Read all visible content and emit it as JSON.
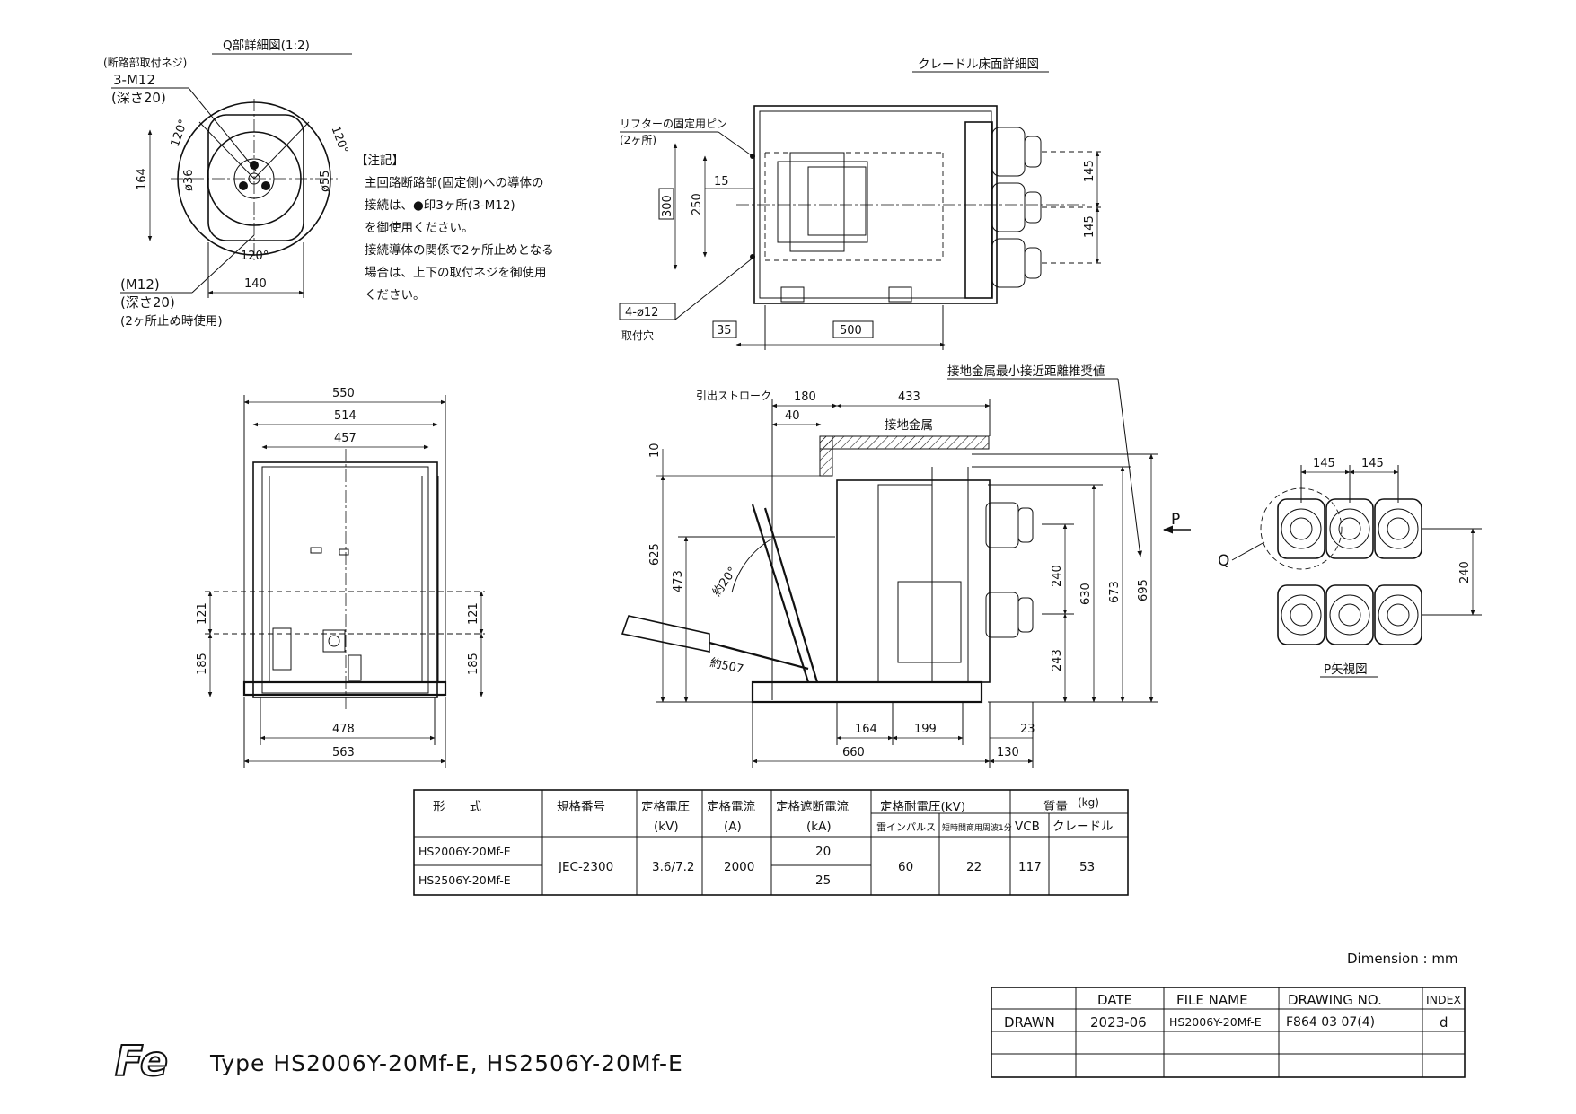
{
  "q_detail": {
    "title": "Q部詳細図(1:2)",
    "label_screw": "(断路部取付ネジ)",
    "label_m12a": "3-M12",
    "label_depth1": "(深さ20)",
    "label_m12b": "(M12)",
    "label_depth2": "(深さ20)",
    "label_two": "(2ヶ所止め時使用)",
    "dims": {
      "d164": "164",
      "d140": "140",
      "d36": "ø36",
      "d55": "ø55",
      "a1": "120°",
      "a2": "120°",
      "a3": "120°"
    }
  },
  "notes": {
    "heading": "【注記】",
    "lines": [
      "主回路断路部(固定側)への導体の",
      "接続は、●印3ヶ所(3-M12)",
      "を御使用ください。",
      "接続導体の関係で2ヶ所止めとなる",
      "場合は、上下の取付ネジを御使用",
      "ください。"
    ]
  },
  "cradle": {
    "title": "クレードル床面詳細図",
    "pin_label": "リフターの固定用ピン",
    "pin_count": "(2ヶ所)",
    "hole_label": "4-ø12",
    "hole_note": "取付穴",
    "dims": {
      "d15": "15",
      "d250": "250",
      "d300": "300",
      "d35": "35",
      "d500": "500",
      "d145a": "145",
      "d145b": "145"
    }
  },
  "front_view": {
    "dims": {
      "d550": "550",
      "d514": "514",
      "d457": "457",
      "d478": "478",
      "d563": "563",
      "d121a": "121",
      "d121b": "121",
      "d185a": "185",
      "d185b": "185"
    }
  },
  "side_view": {
    "stroke_label": "引出ストローク",
    "ground_metal": "接地金属",
    "clearance_label": "接地金属最小接近距離推奨値",
    "p_label": "P",
    "angle_label": "約20°",
    "reach_label": "約507",
    "dims": {
      "d180": "180",
      "d433": "433",
      "d40": "40",
      "d10": "10",
      "d625": "625",
      "d473": "473",
      "d240": "240",
      "d630": "630",
      "d673": "673",
      "d695": "695",
      "d243": "243",
      "d164": "164",
      "d199": "199",
      "d23": "23",
      "d660": "660",
      "d130": "130"
    }
  },
  "p_view": {
    "title": "P矢視図",
    "q_label": "Q",
    "dims": {
      "d145a": "145",
      "d145b": "145",
      "d240": "240"
    }
  },
  "spec_table": {
    "h_type": "形　　式",
    "h_std": "規格番号",
    "h_volt": "定格電圧",
    "h_volt_u": "(kV)",
    "h_curr": "定格電流",
    "h_curr_u": "(A)",
    "h_break": "定格遮断電流",
    "h_break_u": "(kA)",
    "h_withstand": "定格耐電圧(kV)",
    "h_imp": "雷インパルス",
    "h_ac": "短時間商用周波1分",
    "h_mass": "質量",
    "h_mass_u": "(kg)",
    "h_vcb": "VCB",
    "h_cradle": "クレードル",
    "rows": [
      {
        "type": "HS2006Y-20Mf-E",
        "break": "20"
      },
      {
        "type": "HS2506Y-20Mf-E",
        "break": "25"
      }
    ],
    "common": {
      "std": "JEC-2300",
      "volt": "3.6/7.2",
      "curr": "2000",
      "imp": "60",
      "ac": "22",
      "vcb": "117",
      "cradle": "53"
    }
  },
  "dimension_note": "Dimension : mm",
  "title_block": {
    "h_date": "DATE",
    "h_file": "FILE NAME",
    "h_drawing": "DRAWING NO.",
    "h_index": "INDEX",
    "row_label": "DRAWN",
    "date": "2023-06",
    "file": "HS2006Y-20Mf-E",
    "drawing": "F864 03 07(4)",
    "index": "d"
  },
  "logo": "Fe",
  "type_line": "Type HS2006Y-20Mf-E, HS2506Y-20Mf-E"
}
